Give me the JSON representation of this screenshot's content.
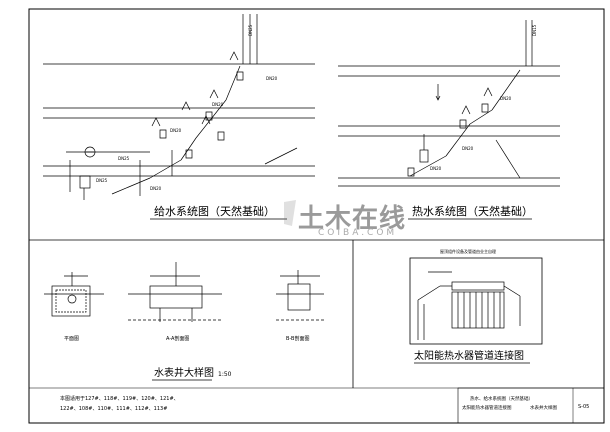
{
  "panels": {
    "cold_water_system": {
      "title": "给水系统图（天然基础）"
    },
    "hot_water_system": {
      "title": "热水系统图（天然基础）"
    },
    "meter_well_detail": {
      "title": "水表井大样图",
      "scale": "1:50",
      "views": [
        "平面图",
        "A-A剖面图",
        "B-B剖面图"
      ]
    },
    "solar_heater": {
      "title": "太阳能热水器管道连接图",
      "header_note": "屋顶组件设备及管道由业主自理"
    }
  },
  "general_note": {
    "line1": "本图适用于127#、118#、119#、120#、121#、",
    "line2": "122#、108#、110#、111#、112#、113#"
  },
  "title_block": {
    "drawing_name_line1": "热水、给水系统图（天然基础）",
    "drawing_name_line2": "太阳能热水器管道连接图",
    "drawing_name_line3": "水表井大样图",
    "sheet_no": "S-05"
  },
  "pipe_tags": [
    "DN25",
    "DN20",
    "DN20",
    "DN20",
    "DN25",
    "DN25",
    "DN20",
    "DN15",
    "DN20",
    "DN20",
    "DN20"
  ],
  "watermark": {
    "main": "土木在线",
    "sub": "COIBA.COM"
  }
}
